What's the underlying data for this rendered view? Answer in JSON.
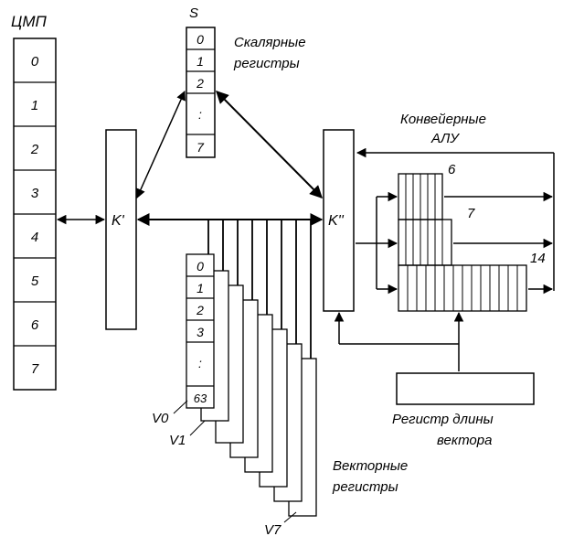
{
  "cmp": {
    "title": "ЦМП",
    "cells": [
      "0",
      "1",
      "2",
      "3",
      "4",
      "5",
      "6",
      "7"
    ]
  },
  "scalar": {
    "letter": "S",
    "label_line1": "Скалярные",
    "label_line2": "регистры",
    "cells": [
      "0",
      "1",
      "2",
      ":",
      "7"
    ]
  },
  "switch1": {
    "label": "K'"
  },
  "switch2": {
    "label": "K''"
  },
  "pipeline": {
    "label_line1": "Конвейерные",
    "label_line2": "АЛУ",
    "numbers": [
      "6",
      "7",
      "14"
    ]
  },
  "vector": {
    "cells": [
      "0",
      "1",
      "2",
      "3",
      ":",
      "63"
    ],
    "v0": "V0",
    "v1": "V1",
    "v7": "V7",
    "label_line1": "Векторные",
    "label_line2": "регистры"
  },
  "vlen": {
    "label_line1": "Регистр длины",
    "label_line2": "вектора"
  }
}
